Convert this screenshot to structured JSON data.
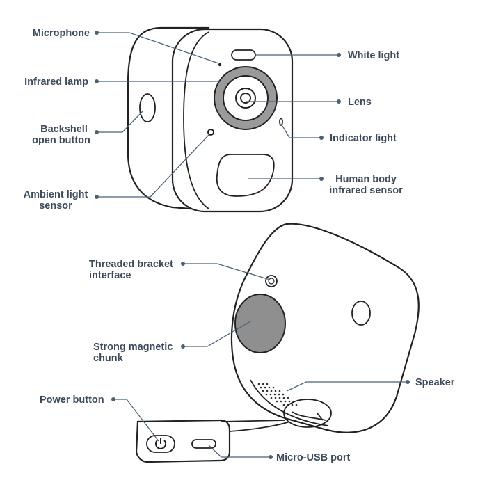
{
  "labels": {
    "microphone": "Microphone",
    "infrared_lamp": "Infrared lamp",
    "backshell_line1": "Backshell",
    "backshell_line2": "open button",
    "ambient_line1": "Ambient light",
    "ambient_line2": "sensor",
    "white_light": "White light",
    "lens": "Lens",
    "indicator_light": "Indicator light",
    "human_line1": "Human body",
    "human_line2": "infrared sensor",
    "threaded_line1": "Threaded bracket",
    "threaded_line2": "interface",
    "magnetic_line1": "Strong magnetic",
    "magnetic_line2": "chunk",
    "speaker": "Speaker",
    "power_button": "Power button",
    "micro_usb": "Micro-USB port"
  },
  "colors": {
    "label_text": "#3c4a5c",
    "leader_line": "#4a6278",
    "outline": "#222222",
    "magnet_fill": "#8f8f8f",
    "ir_ring_fill": "#9a9a9a"
  },
  "icons": {
    "power": "power-icon"
  }
}
